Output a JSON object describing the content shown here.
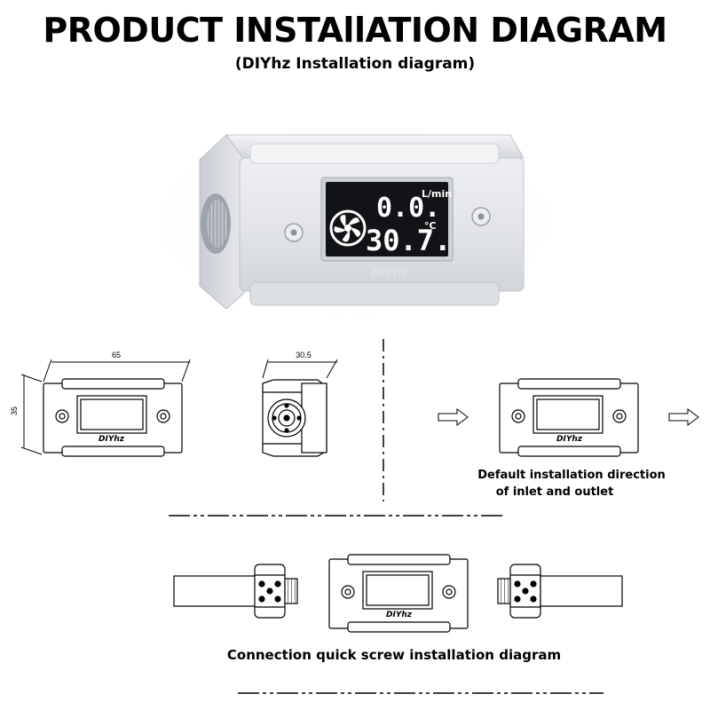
{
  "header": {
    "title": "PRODUCT INSTAllATION DIAGRAM",
    "subtitle": "(DIYhz Installation diagram)"
  },
  "product": {
    "brand": "DIYhz",
    "flow_value": "0.0.",
    "flow_unit": "L/min",
    "temp_value": "30.7.",
    "temp_unit": "°C"
  },
  "dimensions": {
    "length": "65",
    "height": "35",
    "width": "30.5"
  },
  "captions": {
    "direction_line1": "Default installation direction",
    "direction_line2": "of inlet and outlet",
    "quick_screw": "Connection quick screw installation diagram"
  },
  "colors": {
    "body": "#e2e4e8",
    "screen": "#111111",
    "line": "#000000"
  }
}
